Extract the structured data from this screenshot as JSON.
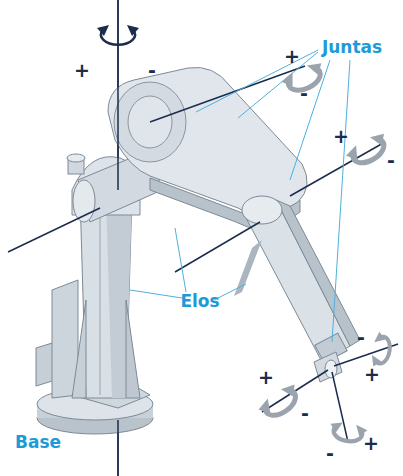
{
  "diagram": {
    "labels": [
      "Juntas",
      "Elos",
      "Base",
      "+",
      "-",
      "+",
      "-",
      "+",
      "-",
      "-",
      "+",
      "+",
      "-",
      "-",
      "+"
    ]
  }
}
